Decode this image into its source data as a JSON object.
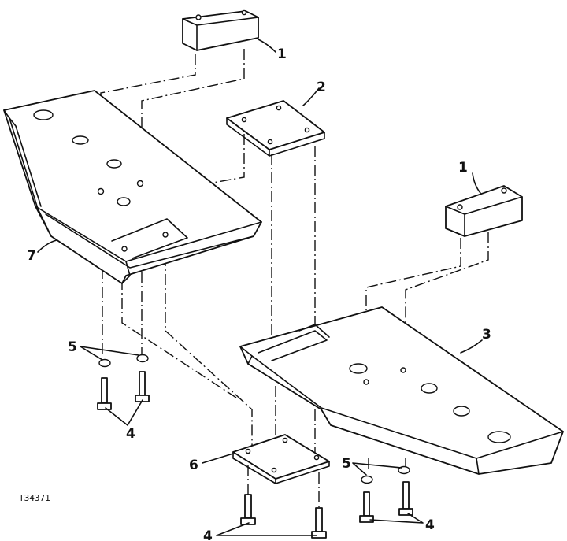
{
  "figure_code": "T34371",
  "callouts": {
    "c1a": "1",
    "c1b": "1",
    "c2": "2",
    "c3": "3",
    "c4a": "4",
    "c4b": "4",
    "c4c": "4",
    "c5a": "5",
    "c5b": "5",
    "c6": "6",
    "c7": "7"
  }
}
